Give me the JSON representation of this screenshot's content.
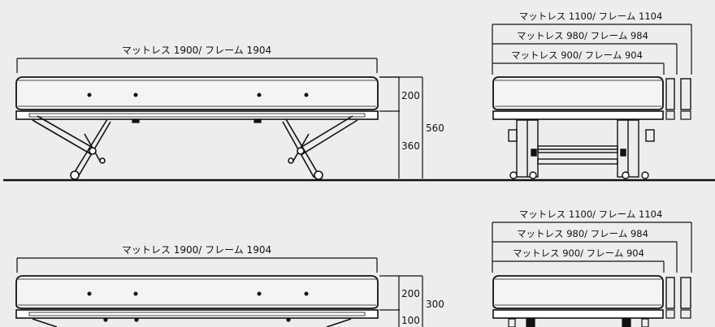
{
  "upper": {
    "side_length_label": "マットレス 1900/ フレーム 1904",
    "mattress_height": "200",
    "frame_height": "360",
    "total_height": "560",
    "widths": [
      "マットレス 1100/ フレーム 1104",
      "マットレス 980/ フレーム 984",
      "マットレス 900/ フレーム 904"
    ]
  },
  "lower": {
    "side_length_label": "マットレス 1900/ フレーム 1904",
    "mattress_height": "200",
    "frame_height": "100",
    "total_height": "300",
    "widths": [
      "マットレス 1100/ フレーム 1104",
      "マットレス 980/ フレーム 984",
      "マットレス 900/ フレーム 904"
    ]
  },
  "colors": {
    "background": "#ededed",
    "line": "#111111"
  }
}
